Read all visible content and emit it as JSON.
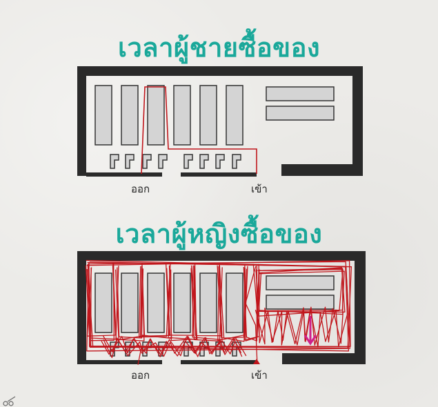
{
  "panels": [
    {
      "title": "เวลาผู้ชายซื้อของ",
      "exit_label": "ออก",
      "entrance_label": "เข้า"
    },
    {
      "title": "เวลาผู้หญิงซื้อของ",
      "exit_label": "ออก",
      "entrance_label": "เข้า"
    }
  ],
  "colors": {
    "title": "#1aa89a",
    "wall": "#222222",
    "shelf_fill": "#d6d6d6",
    "path": "#c0161c",
    "arrow": "#d0208a"
  }
}
